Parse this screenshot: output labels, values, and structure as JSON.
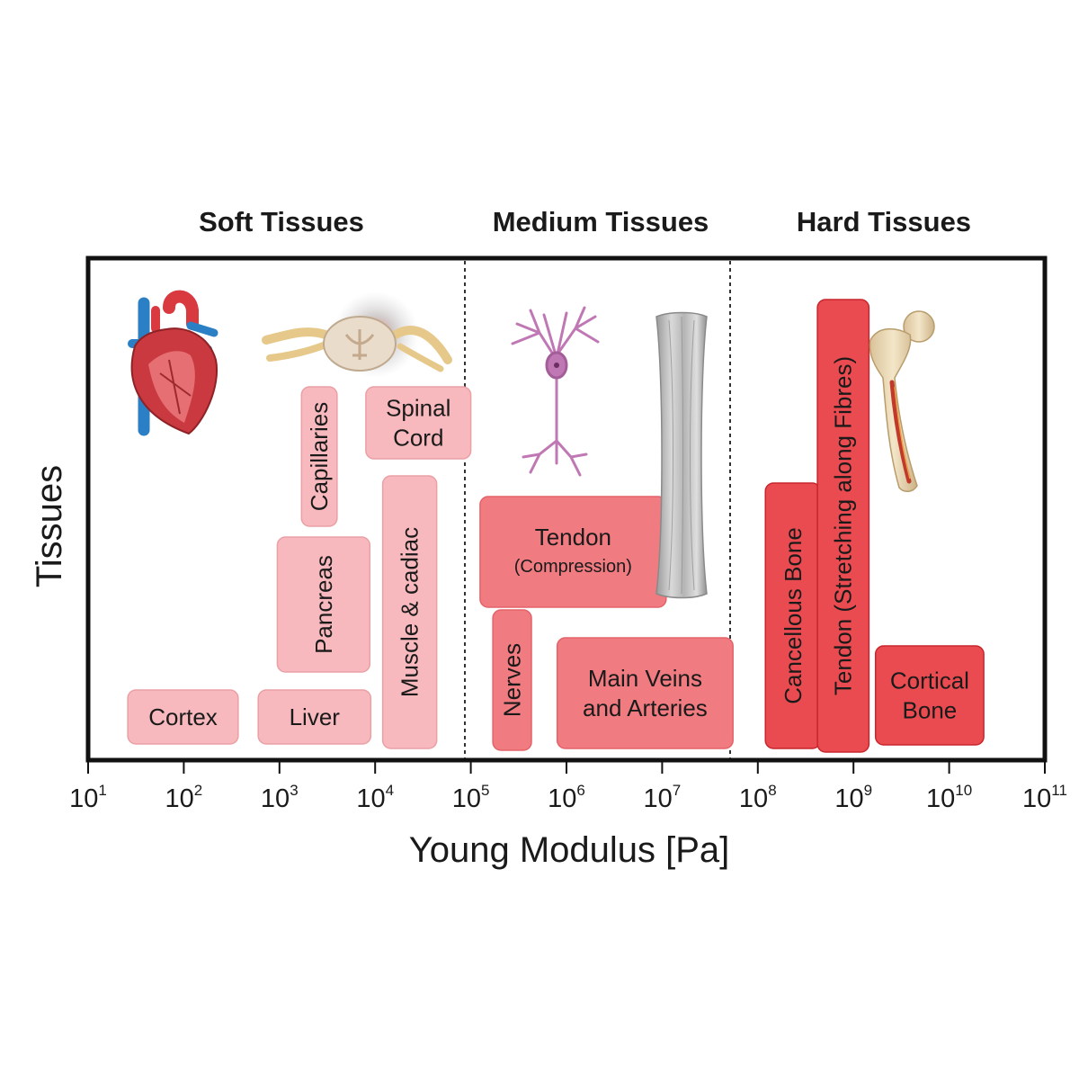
{
  "chart_data": {
    "type": "bar",
    "orientation": "horizontal-range",
    "xlabel": "Young Modulus [Pa]",
    "ylabel": "Tissues",
    "x_scale": "log10",
    "xlim": [
      10,
      100000000000
    ],
    "x_ticks": [
      {
        "base": "10",
        "exp": "1"
      },
      {
        "base": "10",
        "exp": "2"
      },
      {
        "base": "10",
        "exp": "3"
      },
      {
        "base": "10",
        "exp": "4"
      },
      {
        "base": "10",
        "exp": "5"
      },
      {
        "base": "10",
        "exp": "6"
      },
      {
        "base": "10",
        "exp": "7"
      },
      {
        "base": "10",
        "exp": "8"
      },
      {
        "base": "10",
        "exp": "9"
      },
      {
        "base": "10",
        "exp": "10"
      },
      {
        "base": "10",
        "exp": "11"
      }
    ],
    "groups": [
      {
        "name": "Soft Tissues",
        "range": [
          10,
          100000
        ]
      },
      {
        "name": "Medium Tissues",
        "range": [
          100000,
          100000000
        ]
      },
      {
        "name": "Hard Tissues",
        "range": [
          100000000,
          100000000000
        ]
      }
    ],
    "colors": {
      "soft": "#f7b9bd",
      "medium": "#f07b80",
      "hard": "#ea4b50",
      "frame": "#111111"
    },
    "tissues": [
      {
        "id": "cortex",
        "lines": [
          "Cortex"
        ],
        "range": [
          26,
          370
        ],
        "category": "soft",
        "orient": "h"
      },
      {
        "id": "liver",
        "lines": [
          "Liver"
        ],
        "range": [
          600,
          9000
        ],
        "category": "soft",
        "orient": "h"
      },
      {
        "id": "capillaries",
        "lines": [
          "Capillaries"
        ],
        "range": [
          1700,
          4000
        ],
        "category": "soft",
        "orient": "v"
      },
      {
        "id": "pancreas",
        "lines": [
          "Pancreas"
        ],
        "range": [
          950,
          8800
        ],
        "category": "soft",
        "orient": "v"
      },
      {
        "id": "spinal-cord",
        "lines": [
          "Spinal",
          "Cord"
        ],
        "range": [
          8000,
          100000
        ],
        "category": "soft",
        "orient": "h"
      },
      {
        "id": "muscle-cardiac",
        "lines": [
          "Muscle & cadiac"
        ],
        "range": [
          12000,
          44000
        ],
        "category": "soft",
        "orient": "v"
      },
      {
        "id": "tendon-compression",
        "lines": [
          "Tendon"
        ],
        "sub": "(Compression)",
        "range": [
          125000,
          11000000
        ],
        "category": "medium",
        "orient": "h"
      },
      {
        "id": "nerves",
        "lines": [
          "Nerves"
        ],
        "range": [
          170000,
          430000
        ],
        "category": "medium",
        "orient": "v"
      },
      {
        "id": "main-veins-arteries",
        "lines": [
          "Main Veins",
          "and Arteries"
        ],
        "range": [
          800000,
          55000000
        ],
        "category": "medium",
        "orient": "h"
      },
      {
        "id": "cancellous-bone",
        "lines": [
          "Cancellous Bone"
        ],
        "range": [
          120000000,
          450000000
        ],
        "category": "hard",
        "orient": "v"
      },
      {
        "id": "tendon-stretching",
        "lines": [
          "Tendon (Stretching along Fibres)"
        ],
        "range": [
          420000000,
          1450000000
        ],
        "category": "hard",
        "orient": "v"
      },
      {
        "id": "cortical-bone",
        "lines": [
          "Cortical",
          "Bone"
        ],
        "range": [
          1700000000,
          23000000000
        ],
        "category": "hard",
        "orient": "h"
      }
    ],
    "illustrations": [
      "heart-icon",
      "spinal-cord-icon",
      "neuron-icon",
      "tendon-fibre-icon",
      "femur-bone-icon"
    ]
  }
}
